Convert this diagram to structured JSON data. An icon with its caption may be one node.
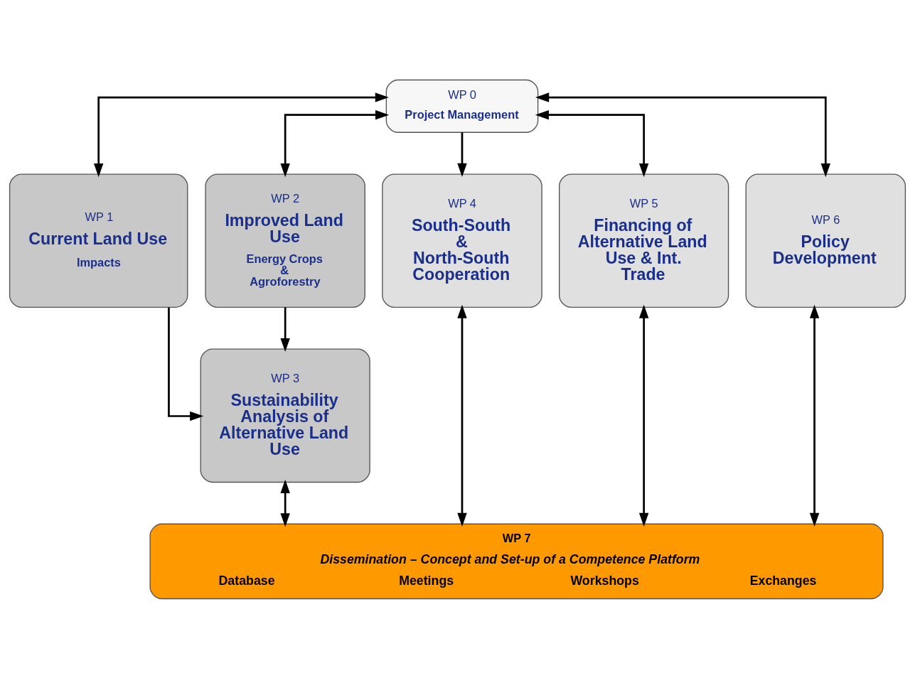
{
  "diagram": {
    "nodes": [
      {
        "text": [
          "WP 0",
          "Project Management"
        ]
      },
      {
        "text": [
          "WP 1",
          "Current Land Use",
          "Impacts"
        ]
      },
      {
        "text": [
          "WP 2",
          "Improved Land Use",
          "Energy Crops & Agroforestry"
        ]
      },
      {
        "text": [
          "WP 4",
          "South-South & North-South Cooperation"
        ]
      },
      {
        "text": [
          "WP 5",
          "Financing of Alternative Land Use & Int. Trade"
        ]
      },
      {
        "text": [
          "WP 6",
          "Policy Development"
        ]
      },
      {
        "text": [
          "WP 3",
          "Sustainability Analysis of Alternative Land Use"
        ]
      },
      {
        "text": [
          "WP 7",
          "Dissemination – Concept and Set-up of a Competence Platform",
          "Database",
          "Meetings",
          "Workshops",
          "Exchanges"
        ]
      }
    ],
    "edges": [
      {
        "from": 0,
        "to": 1,
        "arrow": "both"
      },
      {
        "from": 0,
        "to": 2,
        "arrow": "both"
      },
      {
        "from": 0,
        "to": 3,
        "arrow": "to"
      },
      {
        "from": 0,
        "to": 4,
        "arrow": "both"
      },
      {
        "from": 0,
        "to": 5,
        "arrow": "both"
      },
      {
        "from": 1,
        "to": 6,
        "arrow": "to"
      },
      {
        "from": 2,
        "to": 6,
        "arrow": "to"
      },
      {
        "from": 6,
        "to": 7,
        "arrow": "both"
      },
      {
        "from": 3,
        "to": 7,
        "arrow": "both"
      },
      {
        "from": 4,
        "to": 7,
        "arrow": "both"
      },
      {
        "from": 5,
        "to": 7,
        "arrow": "both"
      }
    ]
  }
}
